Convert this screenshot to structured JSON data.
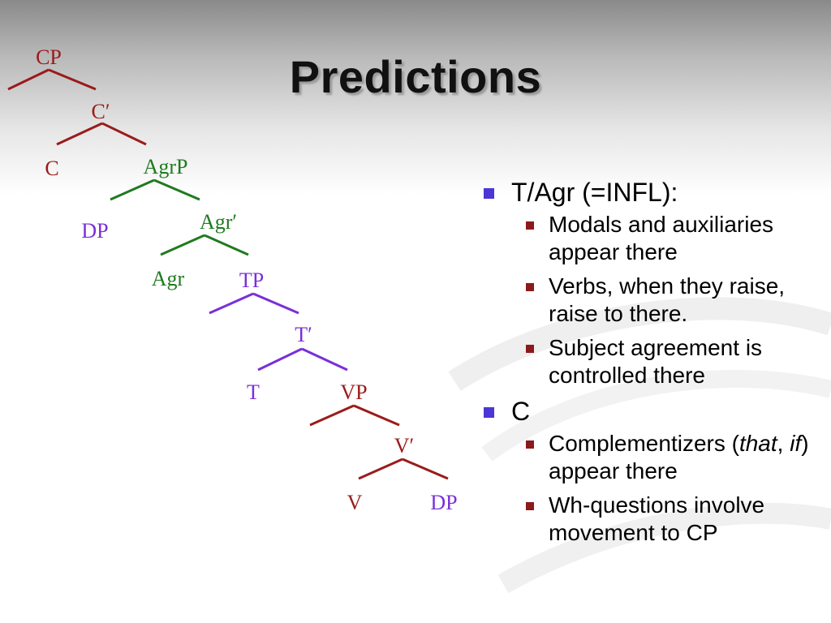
{
  "slide": {
    "title": "Predictions"
  },
  "tree": {
    "colors": {
      "cp_level": "#9b1b1b",
      "agr_level": "#1f7a1f",
      "tp_level": "#7a2fd8",
      "vp_level": "#9b1b1b"
    },
    "nodes": {
      "cp": "CP",
      "c_bar": "C′",
      "c": "C",
      "agrp": "AgrP",
      "dp_spec": "DP",
      "agr_bar": "Agr′",
      "agr": "Agr",
      "tp": "TP",
      "t_bar": "T′",
      "t": "T",
      "vp": "VP",
      "v_bar": "V′",
      "v": "V",
      "dp_obj": "DP"
    }
  },
  "bullets": [
    {
      "label": "T/Agr (=INFL):",
      "subitems": [
        "Modals and auxiliaries appear there",
        "Verbs, when they raise, raise to there.",
        "Subject agreement is controlled there"
      ]
    },
    {
      "label": "C",
      "subitems": [
        {
          "pre": "Complementizers (",
          "i1": "that",
          "mid": ", ",
          "i2": "if",
          "post": ") appear there"
        },
        "Wh-questions involve movement to CP"
      ]
    }
  ]
}
